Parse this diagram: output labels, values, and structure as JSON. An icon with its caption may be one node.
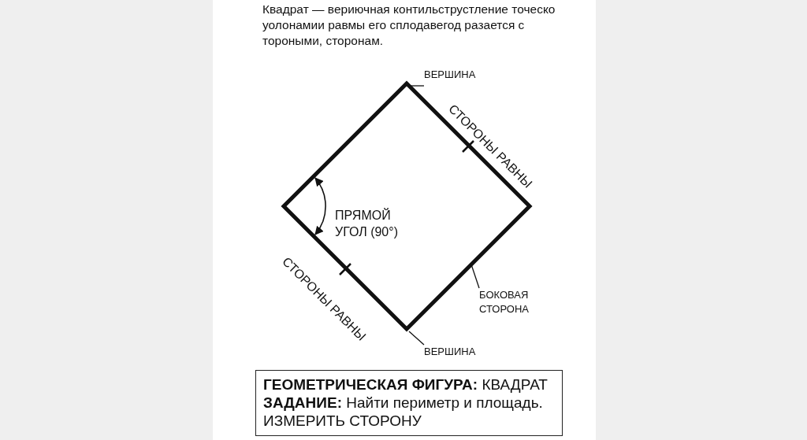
{
  "diagram": {
    "nodes": [
      {
        "text": [],
        "shape": "diamond"
      },
      {
        "text": [
          "ВЕРШИНА"
        ]
      },
      {
        "text": [
          "БОКОВАЯ СТОРОНА"
        ]
      },
      {
        "text": [
          "ВЕРШИНА"
        ]
      },
      {
        "text": [
          "**ГЕОМЕТРИЧЕСКАЯ ФИГУРА:** КВАДРАТ",
          "**ЗАДАНИЕ:** Найти периметр и площадь.",
          "ИЗМЕРИТЬ СТОРОНУ"
        ]
      }
    ],
    "edges": [
      {
        "from": 1,
        "to": 0,
        "arrow": "none"
      },
      {
        "from": 2,
        "to": 0,
        "arrow": "none"
      },
      {
        "from": 3,
        "to": 0,
        "arrow": "none"
      }
    ],
    "labels": [
      "Квадрат — вериючная контильструстление точеско уолонамии равмы его сплодавегод разается с тороными, сторонам.",
      "СТОРОНЫ РАВНЫ",
      "ПРЯМОЙ УГОЛ (90°)",
      "СТОРОНЫ РАВНЫ"
    ]
  }
}
